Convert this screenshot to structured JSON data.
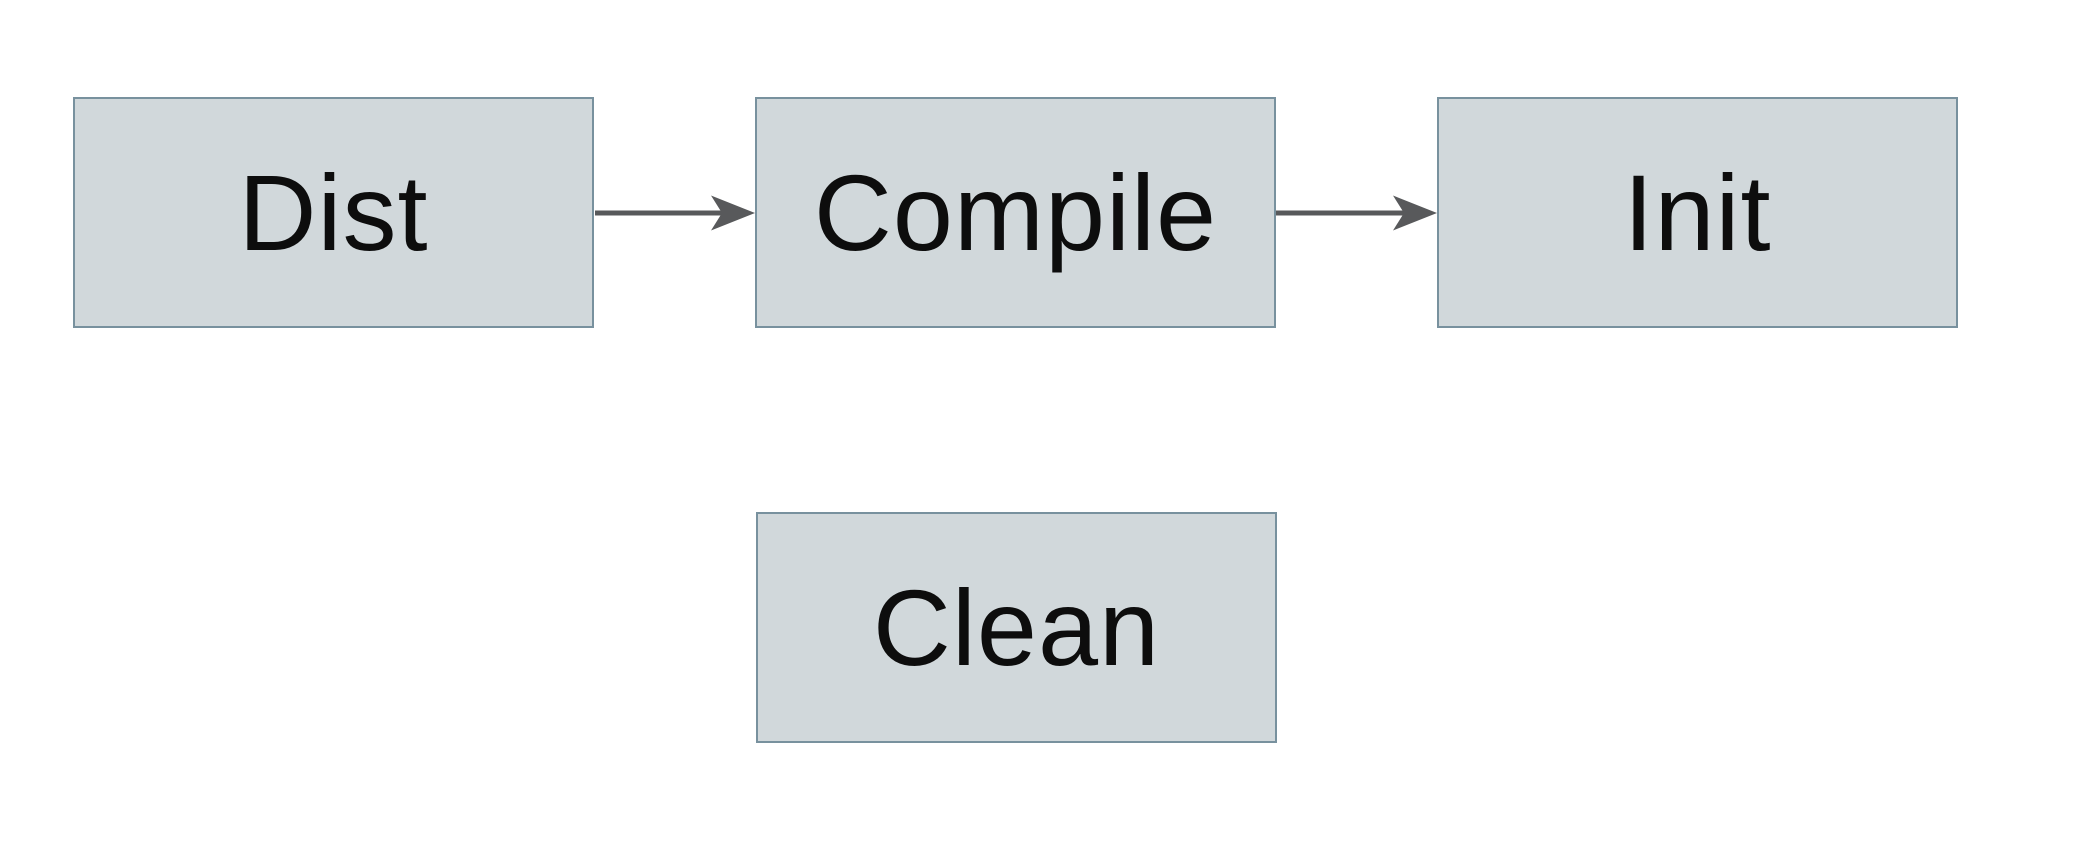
{
  "diagram": {
    "type": "flowchart",
    "background_color": "#ffffff",
    "colors": {
      "node_fill": "#d1d8db",
      "node_border": "#78919e",
      "node_text": "#0d0d0d",
      "arrow": "#58595b"
    },
    "nodes": [
      {
        "id": "dist",
        "label": "Dist",
        "shape": "rectangle"
      },
      {
        "id": "compile",
        "label": "Compile",
        "shape": "rectangle"
      },
      {
        "id": "init",
        "label": "Init",
        "shape": "rectangle"
      },
      {
        "id": "clean",
        "label": "Clean",
        "shape": "rectangle"
      }
    ],
    "edges": [
      {
        "from": "dist",
        "to": "compile",
        "style": "arrow-right"
      },
      {
        "from": "compile",
        "to": "init",
        "style": "arrow-right"
      }
    ]
  }
}
